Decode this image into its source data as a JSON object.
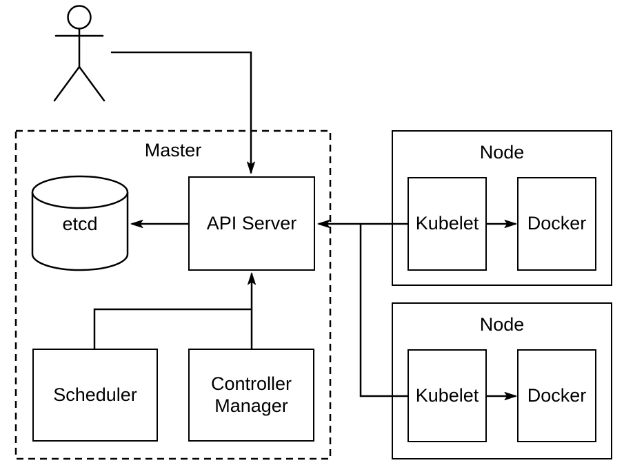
{
  "diagram": {
    "background_color": "#ffffff",
    "stroke_color": "#000000",
    "actor": {
      "icon": "stick-figure-person"
    },
    "master": {
      "label": "Master",
      "etcd_label": "etcd",
      "api_server_label": "API Server",
      "scheduler_label": "Scheduler",
      "controller_manager_label": "Controller Manager"
    },
    "nodes": [
      {
        "label": "Node",
        "kubelet_label": "Kubelet",
        "docker_label": "Docker"
      },
      {
        "label": "Node",
        "kubelet_label": "Kubelet",
        "docker_label": "Docker"
      }
    ],
    "edges": [
      {
        "from": "User",
        "to": "API Server",
        "arrow": true
      },
      {
        "from": "API Server",
        "to": "etcd",
        "arrow": true
      },
      {
        "from": "Scheduler",
        "to": "API Server",
        "arrow": true
      },
      {
        "from": "Controller Manager",
        "to": "API Server",
        "arrow": true
      },
      {
        "from": "Kubelet (Node 1)",
        "to": "API Server",
        "arrow": true
      },
      {
        "from": "Kubelet (Node 2)",
        "to": "API Server",
        "arrow": true
      },
      {
        "from": "Kubelet (Node 1)",
        "to": "Docker (Node 1)",
        "arrow": true
      },
      {
        "from": "Kubelet (Node 2)",
        "to": "Docker (Node 2)",
        "arrow": true
      }
    ]
  }
}
